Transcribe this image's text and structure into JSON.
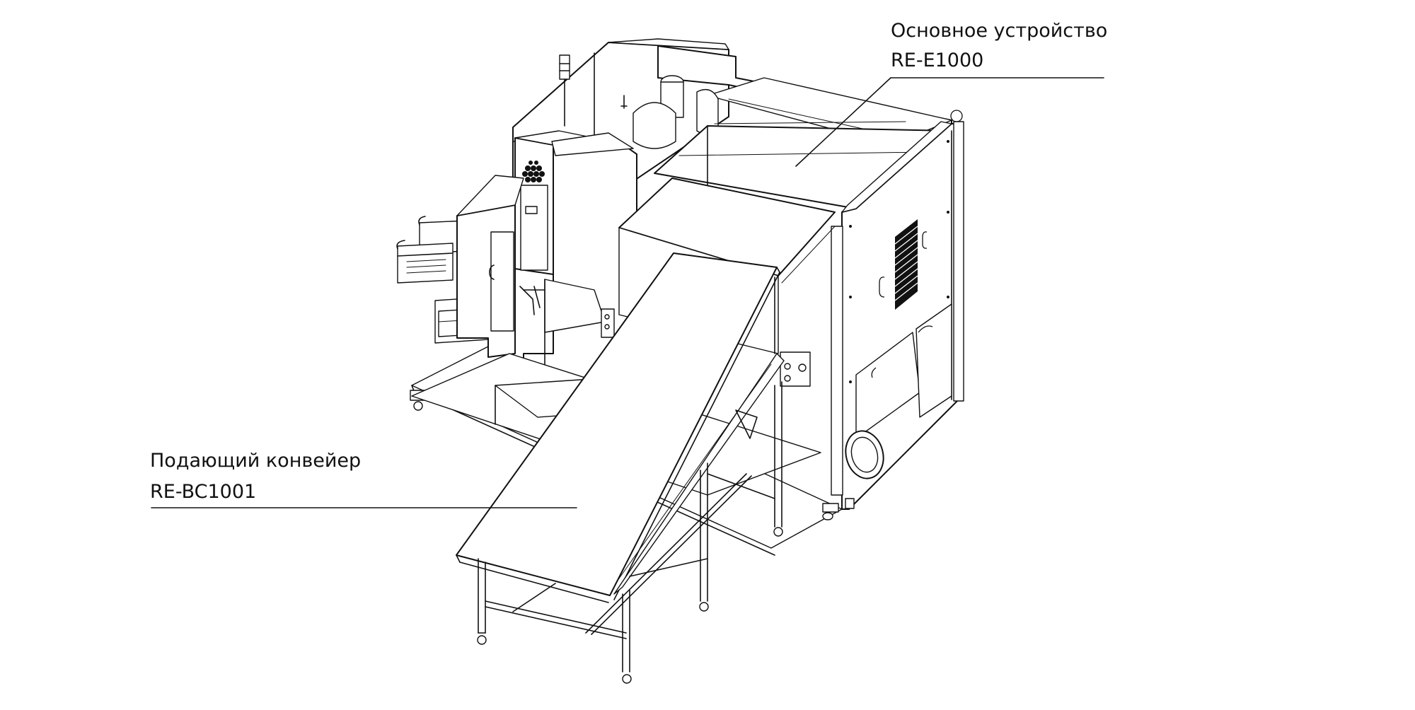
{
  "labels": {
    "main_unit": {
      "name": "Основное устройство",
      "model": "RE-E1000"
    },
    "feed_conveyor": {
      "name": "Подающий конвейер",
      "model": "RE-BC1001"
    }
  },
  "colors": {
    "line": "#111111",
    "background": "#ffffff"
  }
}
